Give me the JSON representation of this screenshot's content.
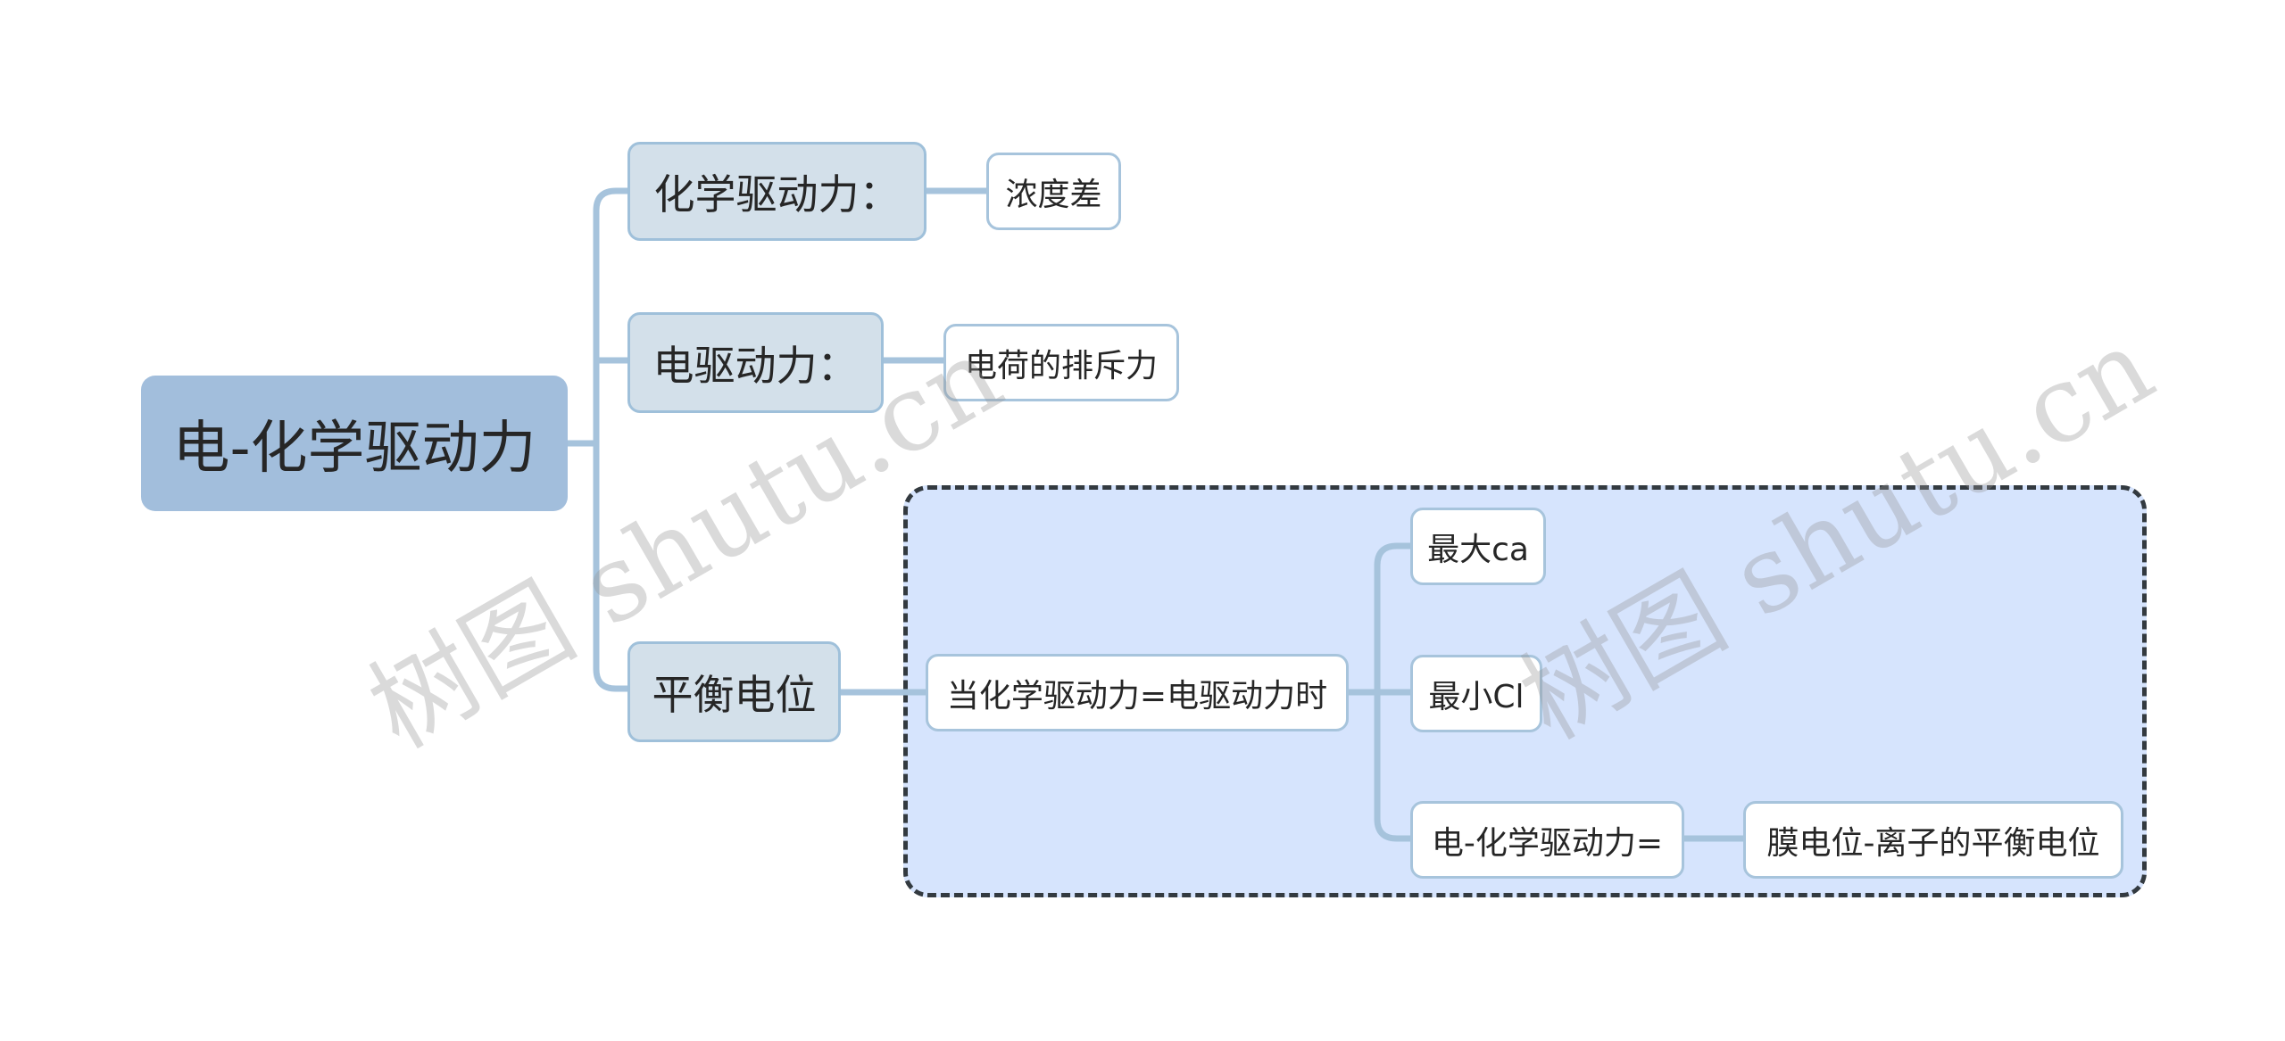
{
  "root": {
    "label": "电-化学驱动力"
  },
  "branches": [
    {
      "label": "化学驱动力：",
      "children": [
        {
          "label": "浓度差"
        }
      ]
    },
    {
      "label": "电驱动力：",
      "children": [
        {
          "label": "电荷的排斥力"
        }
      ]
    },
    {
      "label": "平衡电位",
      "children": [
        {
          "label": "当化学驱动力=电驱动力时",
          "children": [
            {
              "label": "最大ca"
            },
            {
              "label": "最小Cl"
            },
            {
              "label": "电-化学驱动力=",
              "children": [
                {
                  "label": "膜电位-离子的平衡电位"
                }
              ]
            }
          ]
        }
      ]
    }
  ],
  "watermark": "树图 shutu.cn",
  "colors": {
    "connector": "#a6c3dc",
    "root_fill": "#a2bedc",
    "main_fill": "#d3e0ea",
    "boundary_fill": "#d6e4fd",
    "boundary_stroke": "#333a40"
  }
}
